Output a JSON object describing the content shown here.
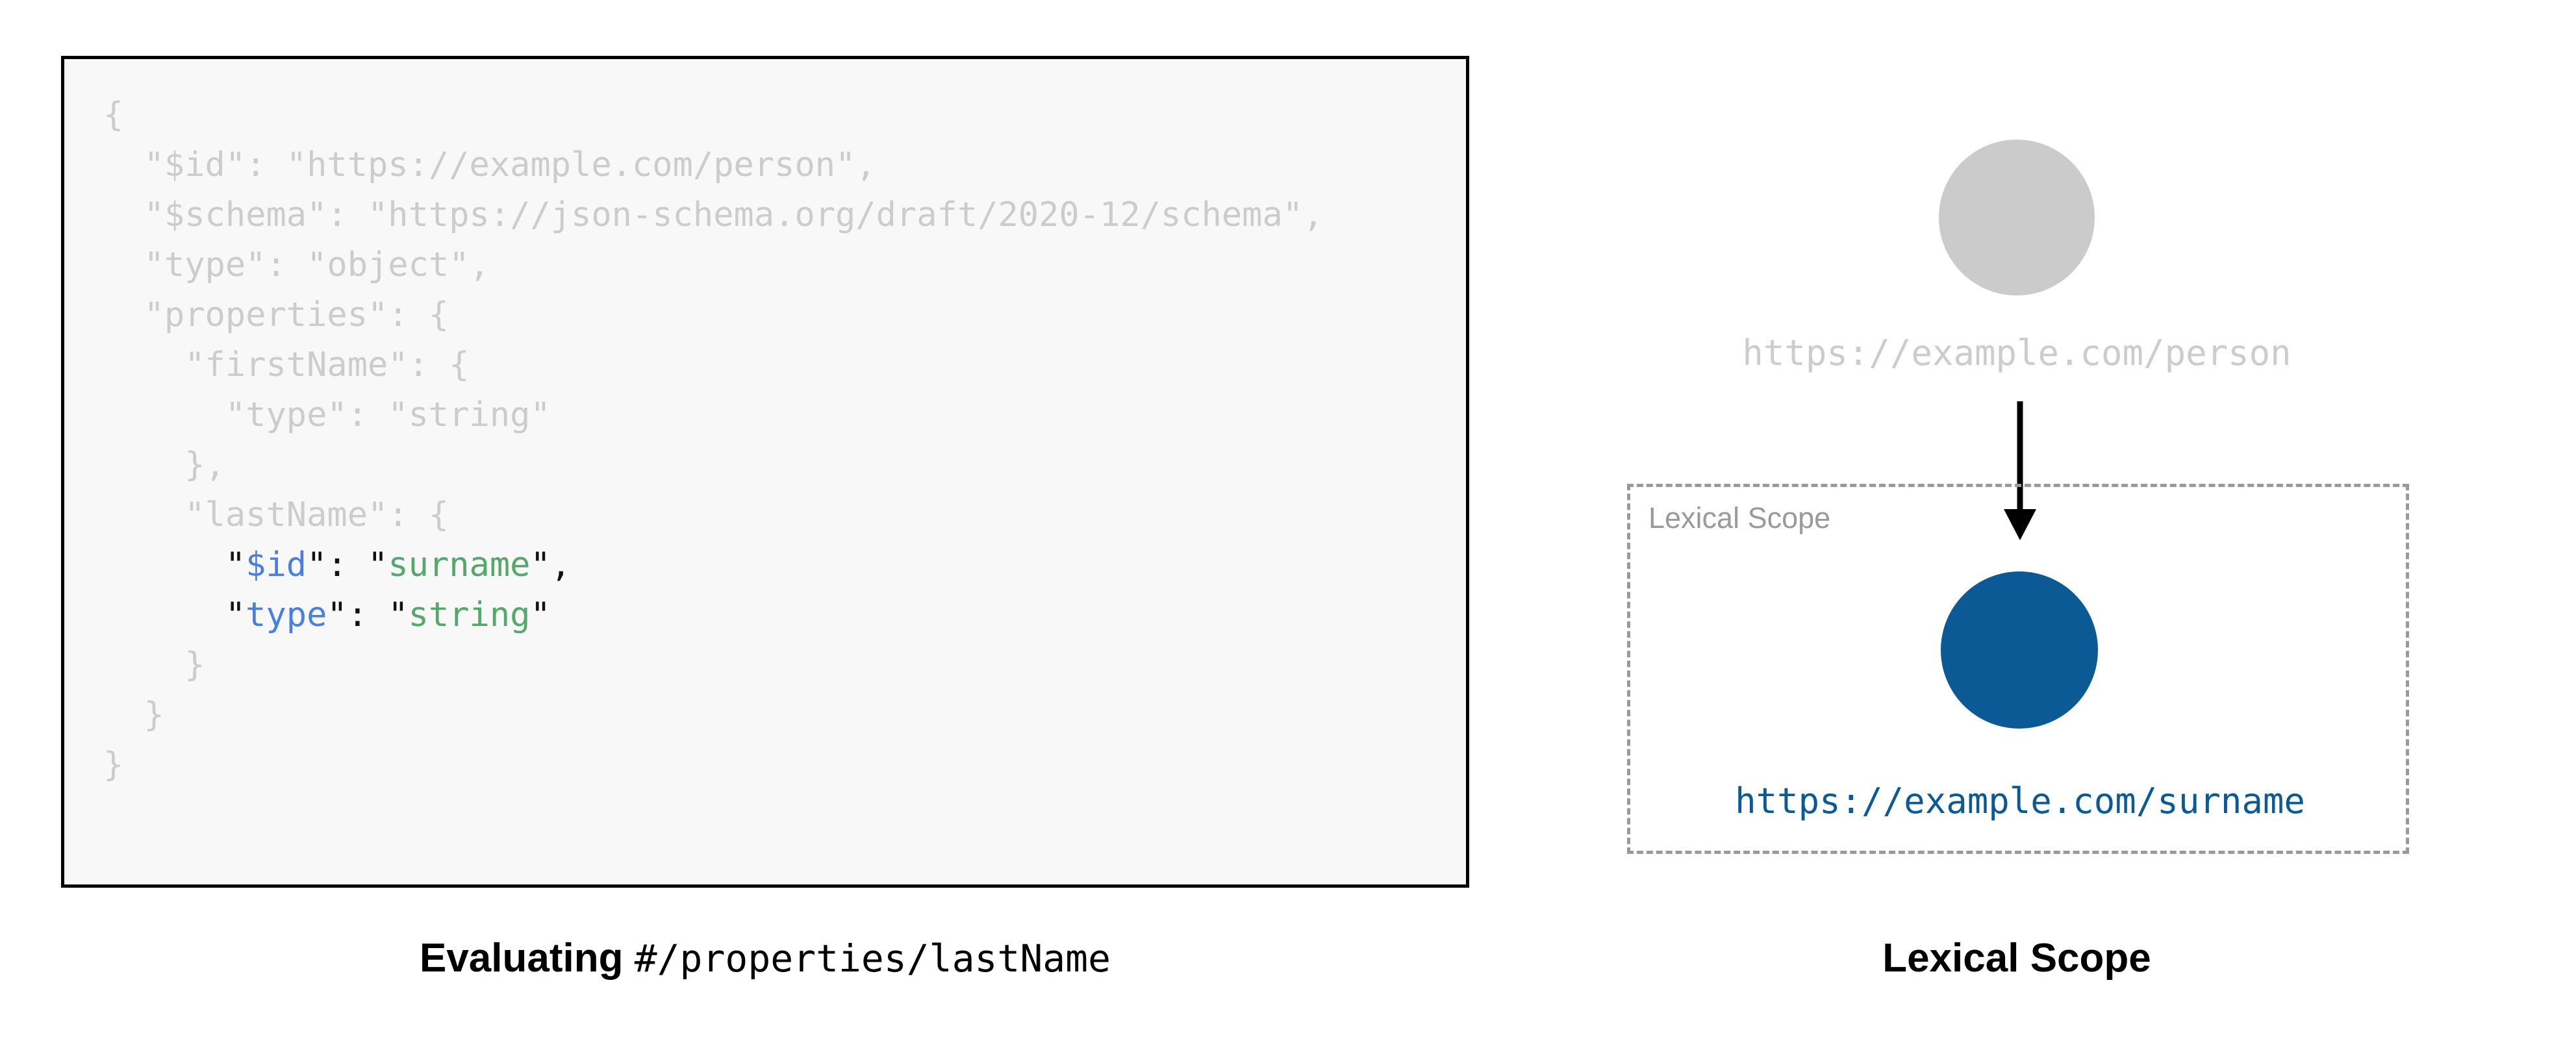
{
  "code_panel": {
    "language": "json",
    "lines": [
      {
        "indent": 0,
        "segments": [
          {
            "text": "{",
            "style": "dim"
          }
        ]
      },
      {
        "indent": 1,
        "segments": [
          {
            "text": "\"$id\": \"https://example.com/person\",",
            "style": "dim"
          }
        ]
      },
      {
        "indent": 1,
        "segments": [
          {
            "text": "\"$schema\": \"https://json-schema.org/draft/2020-12/schema\",",
            "style": "dim"
          }
        ]
      },
      {
        "indent": 1,
        "segments": [
          {
            "text": "\"type\": \"object\",",
            "style": "dim"
          }
        ]
      },
      {
        "indent": 1,
        "segments": [
          {
            "text": "\"properties\": {",
            "style": "dim"
          }
        ]
      },
      {
        "indent": 2,
        "segments": [
          {
            "text": "\"firstName\": {",
            "style": "dim"
          }
        ]
      },
      {
        "indent": 3,
        "segments": [
          {
            "text": "\"type\": \"string\"",
            "style": "dim"
          }
        ]
      },
      {
        "indent": 2,
        "segments": [
          {
            "text": "},",
            "style": "dim"
          }
        ]
      },
      {
        "indent": 2,
        "segments": [
          {
            "text": "\"lastName\": {",
            "style": "dim"
          }
        ]
      },
      {
        "indent": 3,
        "segments": [
          {
            "text": "\"",
            "style": "punct"
          },
          {
            "text": "$id",
            "style": "key"
          },
          {
            "text": "\"",
            "style": "punct"
          },
          {
            "text": ": ",
            "style": "punct"
          },
          {
            "text": "\"",
            "style": "punct"
          },
          {
            "text": "surname",
            "style": "str"
          },
          {
            "text": "\"",
            "style": "punct"
          },
          {
            "text": ",",
            "style": "punct"
          }
        ]
      },
      {
        "indent": 3,
        "segments": [
          {
            "text": "\"",
            "style": "punct"
          },
          {
            "text": "type",
            "style": "key"
          },
          {
            "text": "\"",
            "style": "punct"
          },
          {
            "text": ": ",
            "style": "punct"
          },
          {
            "text": "\"",
            "style": "punct"
          },
          {
            "text": "string",
            "style": "str"
          },
          {
            "text": "\"",
            "style": "punct"
          }
        ]
      },
      {
        "indent": 2,
        "segments": [
          {
            "text": "}",
            "style": "dim"
          }
        ]
      },
      {
        "indent": 1,
        "segments": [
          {
            "text": "}",
            "style": "dim"
          }
        ]
      },
      {
        "indent": 0,
        "segments": [
          {
            "text": "}",
            "style": "dim"
          }
        ]
      }
    ],
    "caption": {
      "bold_text": "Evaluating ",
      "mono_text": "#/properties/lastName"
    }
  },
  "diagram": {
    "outer_node": {
      "label": "https://example.com/person",
      "color": "#CBCBCB"
    },
    "arrow": {
      "name": "downward-arrow",
      "color": "#000000"
    },
    "scope_box": {
      "label": "Lexical Scope",
      "border_color": "#9A9A9A",
      "border_style": "dashed"
    },
    "inner_node": {
      "label": "https://example.com/surname",
      "color": "#0B5A96"
    },
    "caption": "Lexical Scope"
  },
  "colors": {
    "code_dim": "#CCCCCC",
    "code_key": "#4A7FE0",
    "code_string": "#54A869",
    "code_punct": "#111111",
    "code_panel_bg": "#F8F8F8",
    "code_panel_border": "#000000",
    "accent_blue": "#0B5A96",
    "muted_grey": "#CBCBCB",
    "dash_grey": "#9A9A9A"
  }
}
